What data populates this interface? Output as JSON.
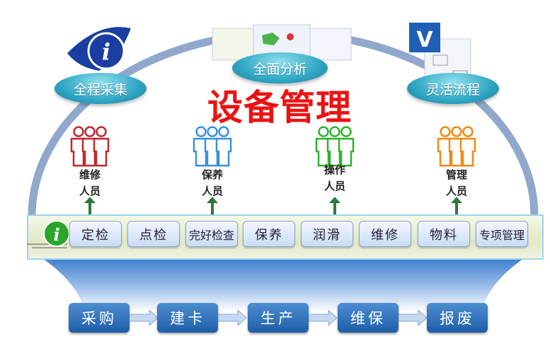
{
  "title": "设备管理",
  "features": [
    "全程采集",
    "全面分析",
    "灵活流程"
  ],
  "personnel": [
    {
      "line1": "维修",
      "line2": "人员",
      "color": "#c0282c"
    },
    {
      "line1": "保养",
      "line2": "人员",
      "color": "#3b8fe0"
    },
    {
      "line1": "操作",
      "line2": "人员",
      "color": "#2fb12f"
    },
    {
      "line1": "管理",
      "line2": "人员",
      "color": "#f08a10"
    }
  ],
  "modules": [
    "定检",
    "点检",
    "完好检查",
    "保养",
    "润滑",
    "维修",
    "物料",
    "专项管理"
  ],
  "lifecycle": [
    "采购",
    "建卡",
    "生产",
    "维保",
    "报废"
  ],
  "icons": {
    "eye": "info-eye-icon",
    "dashboard": "dashboard-screens-icon",
    "visio": "visio-flow-icon",
    "info": "info-green-icon"
  },
  "colors": {
    "title": "#ee1111",
    "arc": "#90a8cb",
    "lifecycle": "#2a6db8"
  }
}
